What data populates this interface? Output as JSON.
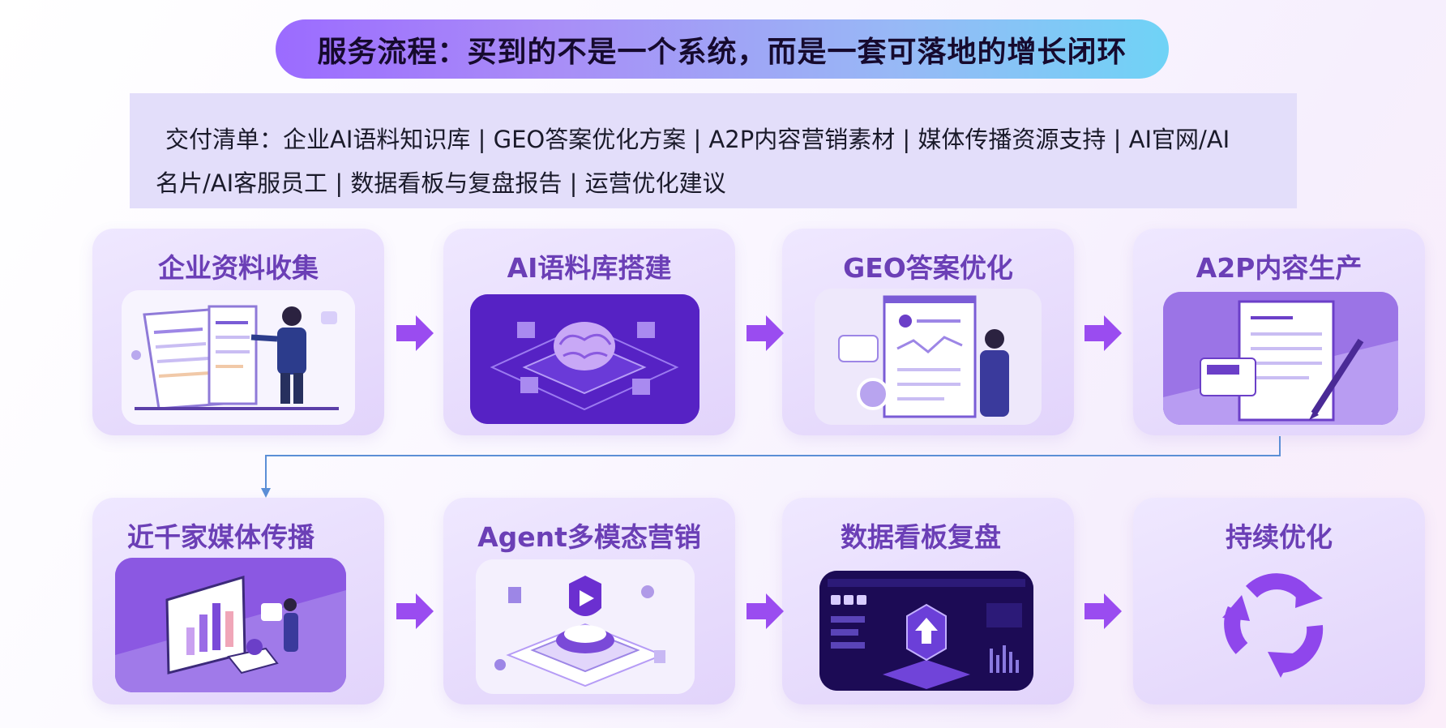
{
  "header": {
    "title": "服务流程：买到的不是一个系统，而是一套可落地的增长闭环"
  },
  "deliverables": {
    "line1": "交付清单：企业AI语料知识库 | GEO答案优化方案 | A2P内容营销素材 | 媒体传播资源支持 | AI官网/AI",
    "line2": "名片/AI客服员工 | 数据看板与复盘报告 | 运营优化建议"
  },
  "steps": [
    {
      "title": "企业资料收集",
      "icon": "presenter-document-icon"
    },
    {
      "title": "AI语料库搭建",
      "icon": "brain-network-icon"
    },
    {
      "title": "GEO答案优化",
      "icon": "document-chart-icon"
    },
    {
      "title": "A2P内容生产",
      "icon": "content-pen-icon"
    },
    {
      "title": "近千家媒体传播",
      "icon": "media-monitor-icon"
    },
    {
      "title": "Agent多模态营销",
      "icon": "agent-platform-icon"
    },
    {
      "title": "数据看板复盘",
      "icon": "dashboard-icon"
    },
    {
      "title": "持续优化",
      "icon": "cycle-arrows-icon"
    }
  ],
  "colors": {
    "accent": "#6b3fb6",
    "arrow": "#9a4cf0",
    "connector": "#5b8fd6",
    "card": "#e8ddfb"
  }
}
